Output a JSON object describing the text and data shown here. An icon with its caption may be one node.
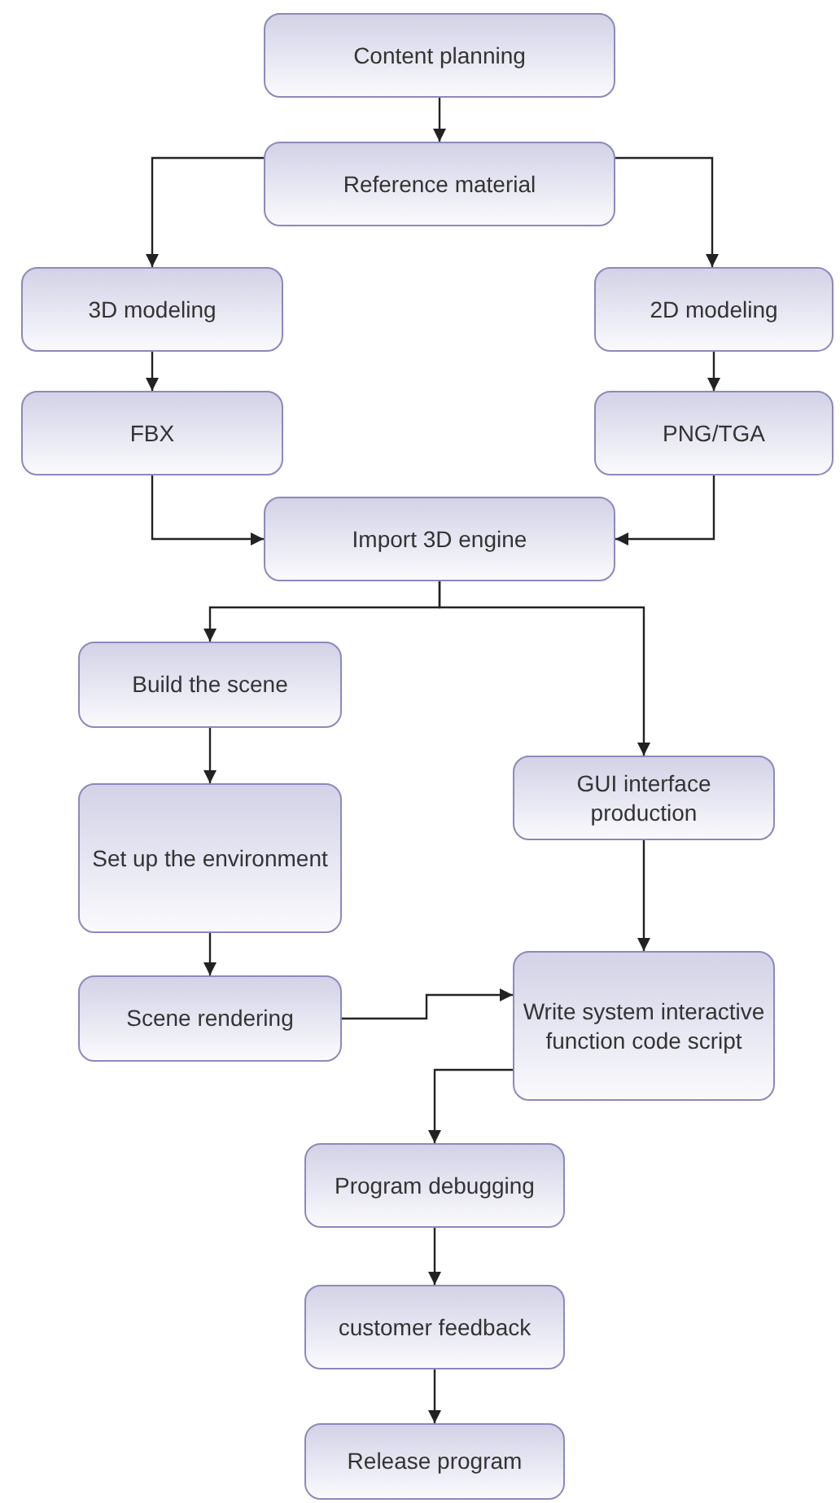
{
  "diagram": {
    "nodes": [
      {
        "text": [
          "Content planning"
        ]
      },
      {
        "text": [
          "Reference material"
        ]
      },
      {
        "text": [
          "3D modeling"
        ]
      },
      {
        "text": [
          "2D modeling"
        ]
      },
      {
        "text": [
          "FBX"
        ]
      },
      {
        "text": [
          "PNG/TGA"
        ]
      },
      {
        "text": [
          "Import 3D engine"
        ]
      },
      {
        "text": [
          "Build the scene"
        ]
      },
      {
        "text": [
          "Set up the environment"
        ]
      },
      {
        "text": [
          "Scene rendering"
        ]
      },
      {
        "text": [
          "GUI interface production"
        ]
      },
      {
        "text": [
          "Write system interactive function code script"
        ]
      },
      {
        "text": [
          "Program debugging"
        ]
      },
      {
        "text": [
          "customer feedback"
        ]
      },
      {
        "text": [
          "Release program"
        ]
      }
    ],
    "edges": [
      {
        "from": 0,
        "to": 1,
        "arrow": "to"
      },
      {
        "from": 1,
        "to": 2,
        "arrow": "to"
      },
      {
        "from": 1,
        "to": 3,
        "arrow": "to"
      },
      {
        "from": 2,
        "to": 4,
        "arrow": "to"
      },
      {
        "from": 3,
        "to": 5,
        "arrow": "to"
      },
      {
        "from": 4,
        "to": 6,
        "arrow": "to"
      },
      {
        "from": 5,
        "to": 6,
        "arrow": "to"
      },
      {
        "from": 6,
        "to": 7,
        "arrow": "to"
      },
      {
        "from": 6,
        "to": 10,
        "arrow": "to"
      },
      {
        "from": 7,
        "to": 8,
        "arrow": "to"
      },
      {
        "from": 8,
        "to": 9,
        "arrow": "to"
      },
      {
        "from": 9,
        "to": 11,
        "arrow": "to"
      },
      {
        "from": 10,
        "to": 11,
        "arrow": "to"
      },
      {
        "from": 11,
        "to": 12,
        "arrow": "to"
      },
      {
        "from": 12,
        "to": 13,
        "arrow": "to"
      },
      {
        "from": 13,
        "to": 14,
        "arrow": "to"
      }
    ]
  }
}
